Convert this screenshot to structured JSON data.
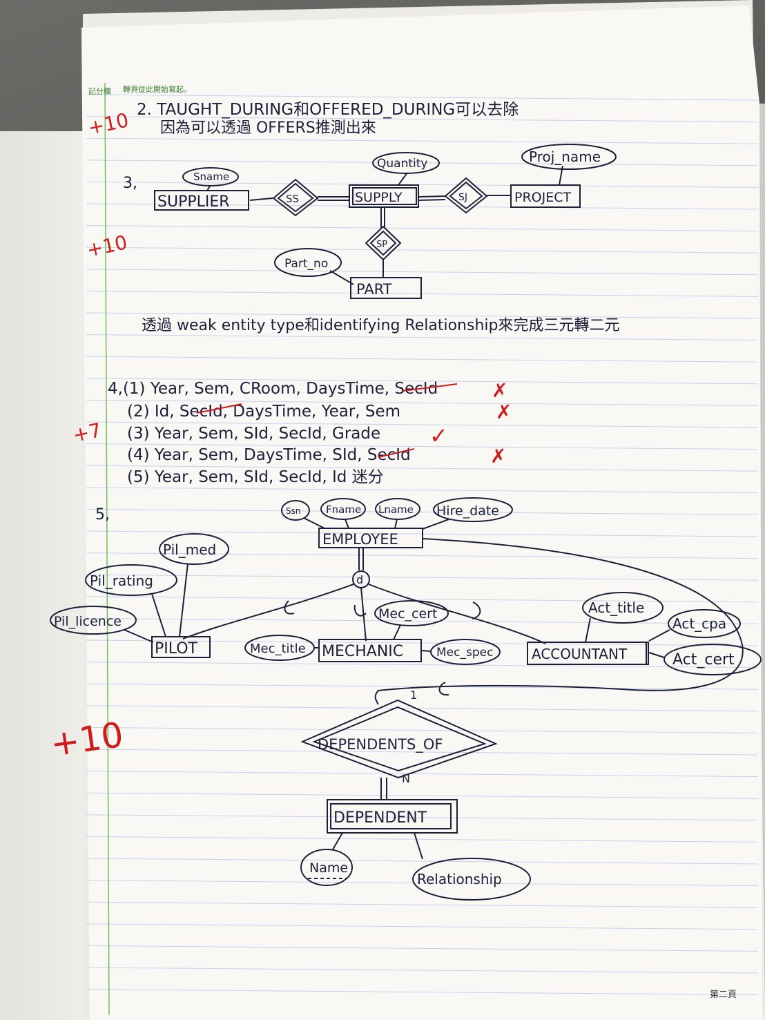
{
  "header": {
    "score_column": "記分欄",
    "instruction": "轉頁從此開始寫起。",
    "page_number": "第二頁"
  },
  "grades": {
    "q2": "+10",
    "q3": "+10",
    "q4": "+7",
    "q5": "+10"
  },
  "q2": {
    "line1": "2. TAUGHT_DURING和OFFERED_DURING可以去除",
    "line2": "因為可以透過 OFFERS推測出來"
  },
  "q3": {
    "number": "3,",
    "entities": {
      "supplier": "SUPPLIER",
      "supply": "SUPPLY",
      "project": "PROJECT",
      "part": "PART"
    },
    "relationships": {
      "ss": "SS",
      "sj": "SJ",
      "sp": "SP"
    },
    "attributes": {
      "sname": "Sname",
      "quantity": "Quantity",
      "proj_name": "Proj_name",
      "part_no": "Part_no"
    },
    "note": "透過 weak entity type和identifying Relationship來完成三元轉二元"
  },
  "q4": {
    "items": [
      "4,(1) Year, Sem, CRoom, DaysTime, SecId",
      "(2) Id, SecId, DaysTime, Year, Sem",
      "(3) Year, Sem, SId, SecId, Grade",
      "(4) Year, Sem, DaysTime, SId, SecId",
      "(5) Year, Sem, SId, SecId, Id 迷分"
    ],
    "marks": [
      "✗",
      "✗",
      "✓",
      "✗"
    ]
  },
  "q5": {
    "number": "5,",
    "employee": "EMPLOYEE",
    "employee_attrs": [
      "Ssn",
      "Fname",
      "Lname",
      "Hire_date"
    ],
    "disjoint": "d",
    "pilot": "PILOT",
    "pilot_attrs": [
      "Pil_med",
      "Pil_rating",
      "Pil_licence"
    ],
    "mechanic": "MECHANIC",
    "mechanic_attrs": [
      "Mec_cert",
      "Mec_title",
      "Mec_spec"
    ],
    "accountant": "ACCOUNTANT",
    "accountant_attrs": [
      "Act_title",
      "Act_cpa",
      "Act_cert"
    ],
    "relationship": "DEPENDENTS_OF",
    "card_1": "1",
    "card_n": "N",
    "dependent": "DEPENDENT",
    "dependent_attrs": [
      "Name",
      "Relationship"
    ]
  },
  "colors": {
    "ink": "#1d1f3a",
    "grade": "#d11a1a",
    "rule": "#9fb2e8",
    "margin": "#6fbf59"
  }
}
